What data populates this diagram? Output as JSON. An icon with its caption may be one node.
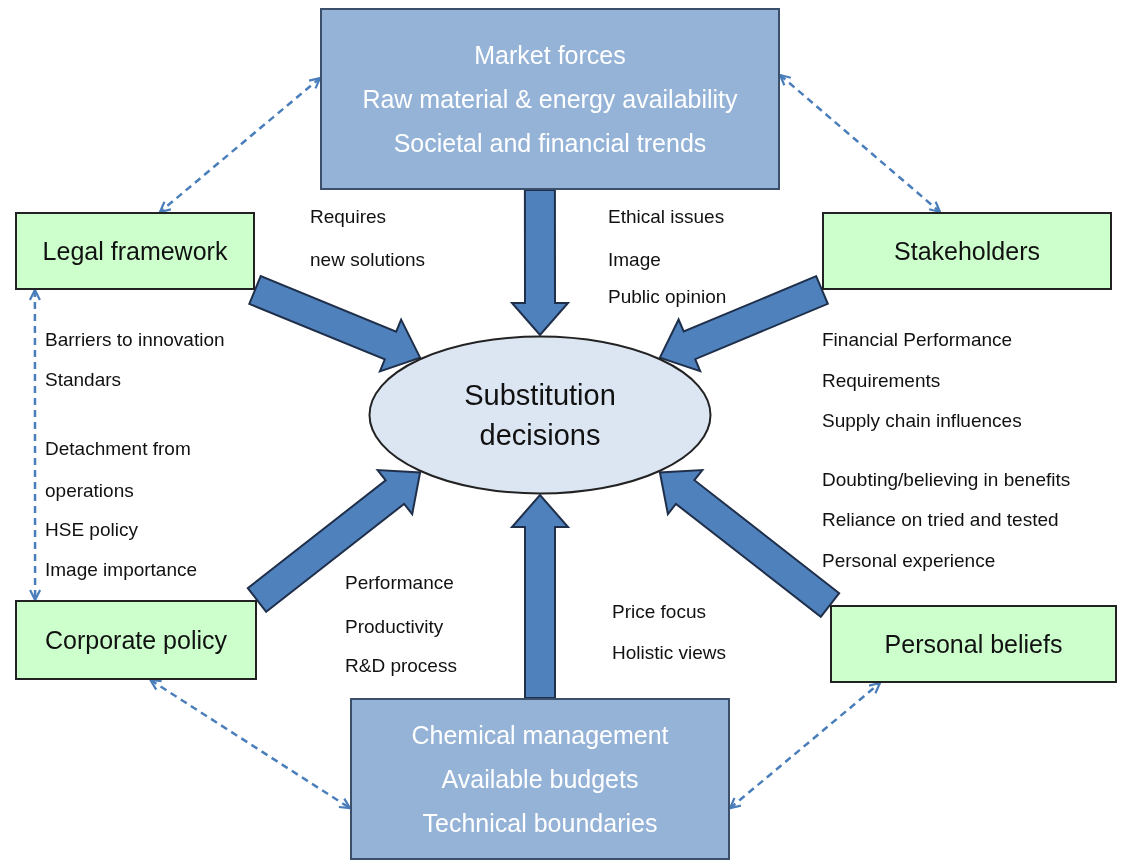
{
  "diagram": {
    "nodes": [
      {
        "text": [
          "Market forces",
          "Raw material & energy availability",
          "Societal and financial trends"
        ]
      },
      {
        "text": [
          "Legal framework"
        ]
      },
      {
        "text": [
          "Stakeholders"
        ]
      },
      {
        "text": [
          "Substitution decisions"
        ]
      },
      {
        "text": [
          "Corporate policy"
        ]
      },
      {
        "text": [
          "Personal beliefs"
        ]
      },
      {
        "text": [
          "Chemical management",
          "Available budgets",
          "Technical boundaries"
        ]
      }
    ],
    "edges": [
      {
        "from": 0,
        "to": 3,
        "arrow": "to",
        "style": "thick"
      },
      {
        "from": 1,
        "to": 3,
        "arrow": "to",
        "style": "thick"
      },
      {
        "from": 2,
        "to": 3,
        "arrow": "to",
        "style": "thick"
      },
      {
        "from": 4,
        "to": 3,
        "arrow": "to",
        "style": "thick"
      },
      {
        "from": 5,
        "to": 3,
        "arrow": "to",
        "style": "thick"
      },
      {
        "from": 6,
        "to": 3,
        "arrow": "to",
        "style": "thick"
      },
      {
        "from": 0,
        "to": 1,
        "arrow": "both",
        "style": "dashed"
      },
      {
        "from": 0,
        "to": 2,
        "arrow": "both",
        "style": "dashed"
      },
      {
        "from": 1,
        "to": 4,
        "arrow": "both",
        "style": "dashed"
      },
      {
        "from": 4,
        "to": 6,
        "arrow": "both",
        "style": "dashed"
      },
      {
        "from": 6,
        "to": 5,
        "arrow": "both",
        "style": "dashed"
      }
    ],
    "labels": [
      "Requires",
      "new solutions",
      "Ethical issues",
      "Image",
      "Public opinion",
      "Barriers  to innovation",
      "Standars",
      "Financial Performance",
      "Requirements",
      "Supply chain influences",
      "Detachment from operations",
      "Doubting/believing in  benefits",
      "Reliance on tried and tested",
      "HSE policy",
      "Personal  experience",
      "Image importance",
      "Performance",
      "Price focus",
      "Productivity",
      "Holistic views",
      "R&D process"
    ]
  }
}
